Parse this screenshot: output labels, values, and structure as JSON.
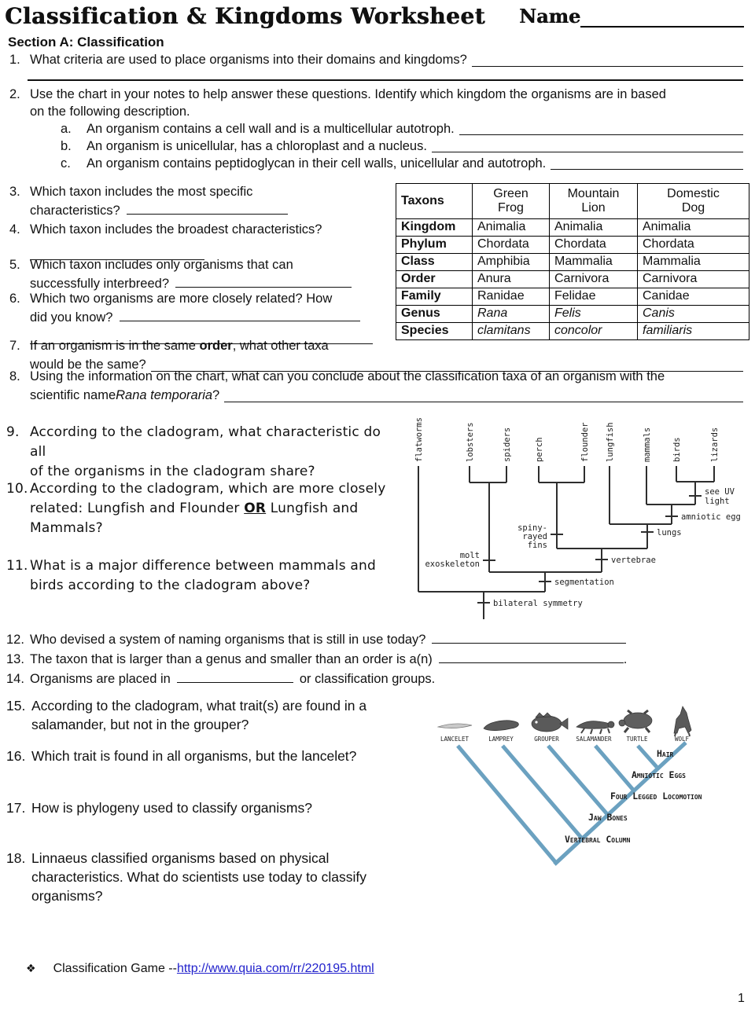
{
  "header": {
    "title": "Classification & Kingdoms Worksheet",
    "name_label": "Name"
  },
  "section_a_heading": "Section A: Classification",
  "q1": {
    "num": "1.",
    "text": "What criteria are used to place organisms into their domains and kingdoms?"
  },
  "q2": {
    "num": "2.",
    "line1": "Use the chart in your notes to help answer these questions. Identify which kingdom the organisms are in based",
    "line2": "on the following description.",
    "items": [
      {
        "num": "a.",
        "text": "An organism contains a cell wall and is a multicellular autotroph."
      },
      {
        "num": "b.",
        "text": "An organism is unicellular, has a chloroplast and a nucleus."
      },
      {
        "num": "c.",
        "text": "An organism contains peptidoglycan in their cell walls, unicellular and autotroph."
      }
    ]
  },
  "q3": {
    "num": "3.",
    "line1": "Which taxon includes the most specific",
    "line2": "characteristics?"
  },
  "q4": {
    "num": "4.",
    "line1": "Which taxon includes the broadest characteristics?"
  },
  "q5": {
    "num": "5.",
    "line1": "Which taxon includes only organisms that can",
    "line2": "successfully interbreed?"
  },
  "q6": {
    "num": "6.",
    "line1": "Which two organisms are more closely related? How",
    "line2": "did you know?"
  },
  "q7": {
    "num": "7.",
    "line1_pre": "If an organism is in the same ",
    "line1_bold": "order",
    "line1_post": ", what other taxa",
    "line2": "would be the same?"
  },
  "q8": {
    "num": "8.",
    "line1": "Using the information on the chart, what can you conclude about the classification taxa of an organism with the",
    "line2_pre": "scientific name ",
    "line2_italic": "Rana temporaria",
    "line2_post": "?"
  },
  "taxon_table": {
    "col_headers": [
      "Taxons",
      "Green Frog",
      "Mountain Lion",
      "Domestic Dog"
    ],
    "rows": [
      {
        "label": "Kingdom",
        "v1": "Animalia",
        "v2": "Animalia",
        "v3": "Animalia"
      },
      {
        "label": "Phylum",
        "v1": "Chordata",
        "v2": "Chordata",
        "v3": "Chordata"
      },
      {
        "label": "Class",
        "v1": "Amphibia",
        "v2": "Mammalia",
        "v3": "Mammalia"
      },
      {
        "label": "Order",
        "v1": "Anura",
        "v2": "Carnivora",
        "v3": "Carnivora"
      },
      {
        "label": "Family",
        "v1": "Ranidae",
        "v2": "Felidae",
        "v3": "Canidae"
      },
      {
        "label": "Genus",
        "v1": "Rana",
        "v2": "Felis",
        "v3": "Canis"
      },
      {
        "label": "Species",
        "v1": "clamitans",
        "v2": "concolor",
        "v3": "familiaris"
      }
    ]
  },
  "q9": {
    "num": "9.",
    "line1": "According to the cladogram, what characteristic do all",
    "line2": "of the organisms in the cladogram share?"
  },
  "q10": {
    "num": "10.",
    "line1": "According to the cladogram, which are more closely",
    "line2_pre": "related: Lungfish and Flounder ",
    "line2_or": "OR",
    "line2_post": " Lungfish and",
    "line3": "Mammals?"
  },
  "q11": {
    "num": "11.",
    "line1": "What is a major difference between mammals and",
    "line2": "birds according to the cladogram above?"
  },
  "cladogram1": {
    "leaves": [
      "flatworms",
      "lobsters",
      "spiders",
      "perch",
      "flounder",
      "lungfish",
      "mammals",
      "birds",
      "lizards"
    ],
    "labels": {
      "molt1": "molt",
      "molt2": "exoskeleton",
      "spiny1": "spiny-",
      "spiny2": "rayed",
      "spiny3": "fins",
      "uv1": "see UV",
      "uv2": "light",
      "amniotic": "amniotic egg",
      "lungs": "lungs",
      "vertebrae": "vertebrae",
      "segmentation": "segmentation",
      "bilateral": "bilateral symmetry"
    }
  },
  "q12": {
    "num": "12.",
    "text": "Who devised a system of naming organisms that is still in use today?"
  },
  "q13": {
    "num": "13.",
    "text": "The taxon that is larger than a genus and smaller than an order is a(n)",
    "suffix": "."
  },
  "q14": {
    "num": "14.",
    "pre": "Organisms are placed in",
    "post": "or classification groups."
  },
  "q15": {
    "num": "15.",
    "line1": "According to the cladogram, what trait(s) are found in a",
    "line2": "salamander, but not in the grouper?"
  },
  "q16": {
    "num": "16.",
    "line1": "Which trait is found in all organisms, but the lancelet?"
  },
  "q17": {
    "num": "17.",
    "line1": "How is phylogeny used to classify organisms?"
  },
  "q18": {
    "num": "18.",
    "line1": "Linnaeus classified organisms based on physical",
    "line2": "characteristics. What do scientists use today to classify",
    "line3": "organisms?"
  },
  "cladogram2": {
    "animals": [
      "LANCELET",
      "LAMPREY",
      "GROUPER",
      "SALAMANDER",
      "TURTLE",
      "WOLF"
    ],
    "traits": {
      "hair": "Hair",
      "amniotic": "Amniotic Eggs",
      "fourlegged": "Four Legged Locomotion",
      "jaw": "Jaw Bones",
      "vertebral": "Vertebral Column"
    },
    "line_color": "#6ba1c0"
  },
  "footer": {
    "bullet": "❖",
    "text": "Classification Game -- ",
    "link": "http://www.quia.com/rr/220195.html",
    "link_color": "#2222cc"
  },
  "page_number": "1"
}
